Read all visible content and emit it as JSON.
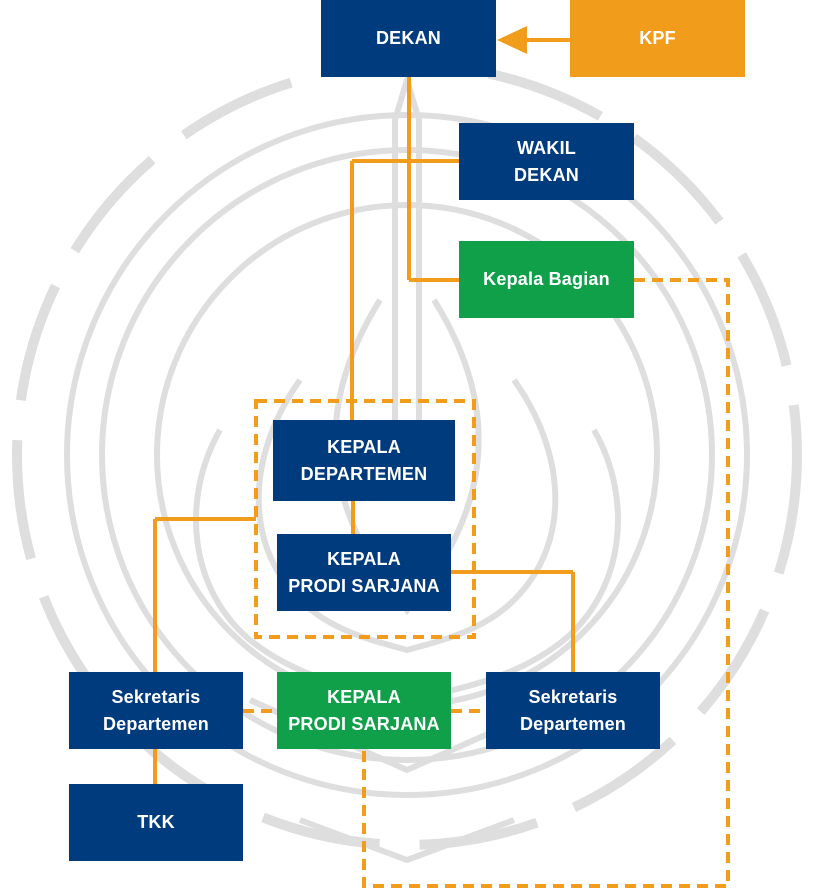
{
  "colors": {
    "navy": "#003B7E",
    "green": "#11A04A",
    "orange": "#F29C1B",
    "watermark": "#D9D9D9",
    "text": "#FFFFFF"
  },
  "nodes": {
    "dekan": "DEKAN",
    "kpf": "KPF",
    "wakil_dekan": "WAKIL\nDEKAN",
    "kepala_bagian": "Kepala Bagian",
    "kepala_departemen": "KEPALA\nDEPARTEMEN",
    "kepala_prodi_sarjana_top": "KEPALA\nPRODI SARJANA",
    "sekretaris_departemen_left": "Sekretaris\nDepartemen",
    "kepala_prodi_sarjana_bottom": "KEPALA\nPRODI SARJANA",
    "sekretaris_departemen_right": "Sekretaris\nDepartemen",
    "tkk": "TKK"
  },
  "watermark_icon": "its-gear-lotus-logo-icon"
}
